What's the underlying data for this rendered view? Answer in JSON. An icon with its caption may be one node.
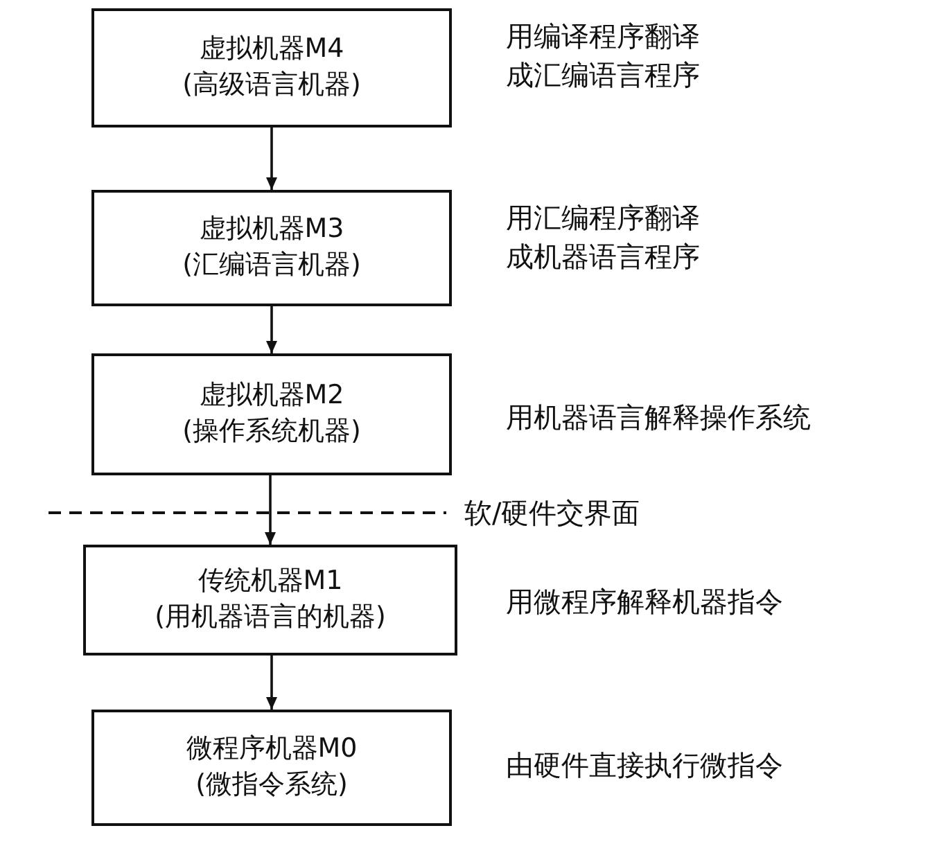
{
  "diagram": {
    "nodes": [
      {
        "text": [
          "虚拟机器M4",
          "(高级语言机器)"
        ],
        "beside": [
          "用编译程序翻译成汇编语言程序"
        ]
      },
      {
        "text": [
          "虚拟机器M3",
          "(汇编语言机器)"
        ],
        "beside": [
          "用汇编程序翻译成机器语言程序"
        ]
      },
      {
        "text": [
          "虚拟机器M2",
          "(操作系统机器)"
        ],
        "beside": [
          "用机器语言解释操作系统"
        ]
      },
      {
        "text": [
          "传统机器M1",
          "(用机器语言的机器)"
        ],
        "beside": [
          "用微程序解释机器指令"
        ]
      },
      {
        "text": [
          "微程序机器M0",
          "(微指令系统)"
        ],
        "beside": [
          "由硬件直接执行微指令"
        ]
      }
    ],
    "edges": [
      {
        "from": 0,
        "to": 1,
        "arrow": "to"
      },
      {
        "from": 1,
        "to": 2,
        "arrow": "to"
      },
      {
        "from": 2,
        "to": 3,
        "arrow": "to"
      },
      {
        "from": 3,
        "to": 4,
        "arrow": "to"
      }
    ],
    "labels": [
      "软/硬件交界面"
    ]
  }
}
